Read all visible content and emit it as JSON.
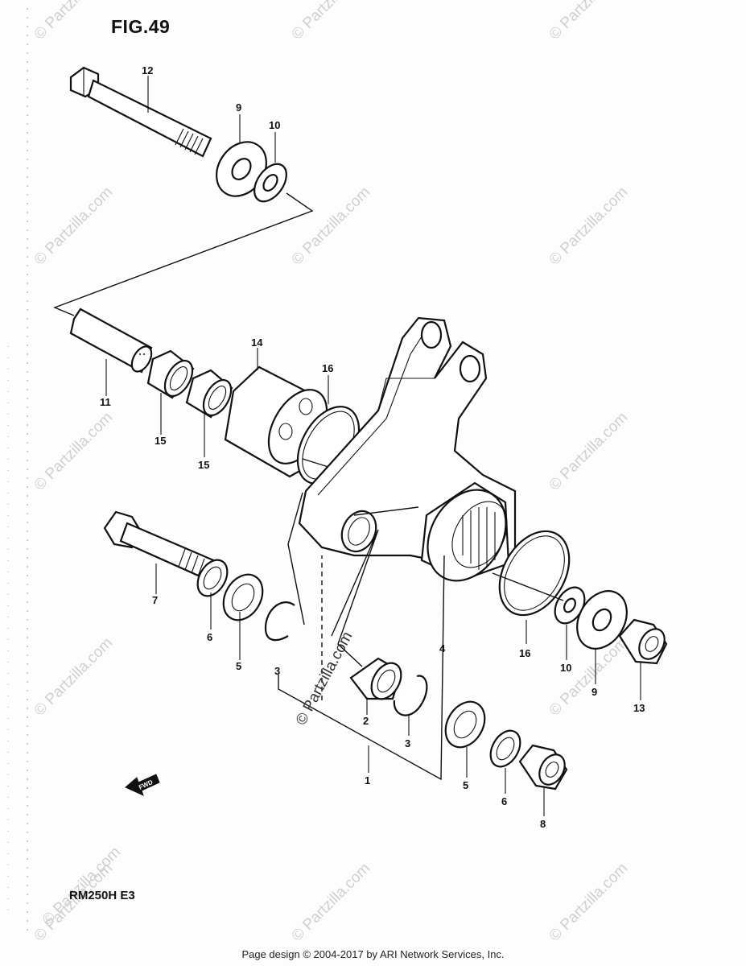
{
  "figure": {
    "title": "FIG.49",
    "model": "RM250H E3"
  },
  "footer": "Page design © 2004-2017 by ARI Network Services, Inc.",
  "watermark": "© Partzilla.com",
  "fwd_label": "FWD",
  "callouts": [
    {
      "key": "c12",
      "label": "12"
    },
    {
      "key": "c9a",
      "label": "9"
    },
    {
      "key": "c10a",
      "label": "10"
    },
    {
      "key": "c14",
      "label": "14"
    },
    {
      "key": "c16a",
      "label": "16"
    },
    {
      "key": "c11",
      "label": "11"
    },
    {
      "key": "c15a",
      "label": "15"
    },
    {
      "key": "c15b",
      "label": "15"
    },
    {
      "key": "c7",
      "label": "7"
    },
    {
      "key": "c6a",
      "label": "6"
    },
    {
      "key": "c5a",
      "label": "5"
    },
    {
      "key": "c3a",
      "label": "3"
    },
    {
      "key": "c4",
      "label": "4"
    },
    {
      "key": "c2",
      "label": "2"
    },
    {
      "key": "c3b",
      "label": "3"
    },
    {
      "key": "c1",
      "label": "1"
    },
    {
      "key": "c16b",
      "label": "16"
    },
    {
      "key": "c10b",
      "label": "10"
    },
    {
      "key": "c9b",
      "label": "9"
    },
    {
      "key": "c13",
      "label": "13"
    },
    {
      "key": "c5b",
      "label": "5"
    },
    {
      "key": "c6b",
      "label": "6"
    },
    {
      "key": "c8",
      "label": "8"
    }
  ]
}
